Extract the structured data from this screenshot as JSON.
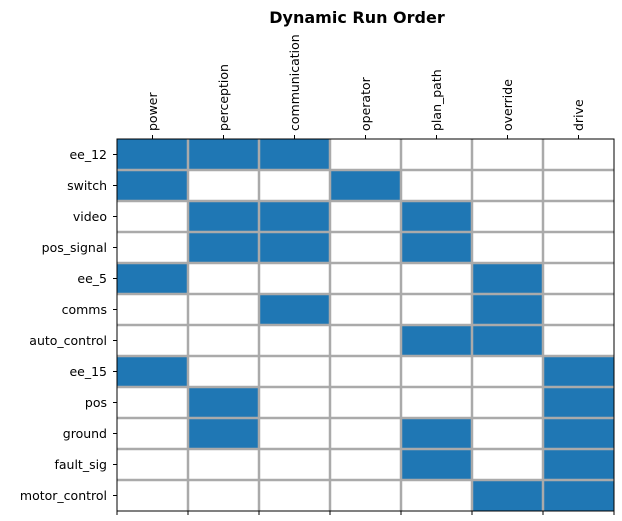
{
  "chart_data": {
    "type": "heatmap",
    "title": "Dynamic Run Order",
    "columns": [
      "power",
      "perception",
      "communication",
      "operator",
      "plan_path",
      "override",
      "drive"
    ],
    "rows": [
      "ee_12",
      "switch",
      "video",
      "pos_signal",
      "ee_5",
      "comms",
      "auto_control",
      "ee_15",
      "pos",
      "ground",
      "fault_sig",
      "motor_control"
    ],
    "matrix": [
      [
        1,
        1,
        1,
        0,
        0,
        0,
        0
      ],
      [
        1,
        0,
        0,
        1,
        0,
        0,
        0
      ],
      [
        0,
        1,
        1,
        0,
        1,
        0,
        0
      ],
      [
        0,
        1,
        1,
        0,
        1,
        0,
        0
      ],
      [
        1,
        0,
        0,
        0,
        0,
        1,
        0
      ],
      [
        0,
        0,
        1,
        0,
        0,
        1,
        0
      ],
      [
        0,
        0,
        0,
        0,
        1,
        1,
        0
      ],
      [
        1,
        0,
        0,
        0,
        0,
        0,
        1
      ],
      [
        0,
        1,
        0,
        0,
        0,
        0,
        1
      ],
      [
        0,
        1,
        0,
        0,
        1,
        0,
        1
      ],
      [
        0,
        0,
        0,
        0,
        1,
        0,
        1
      ],
      [
        0,
        0,
        0,
        0,
        0,
        1,
        1
      ]
    ],
    "colors": {
      "filled": "#1f77b4",
      "empty": "#ffffff",
      "grid": "#aaaaaa",
      "axis": "#000000"
    },
    "column_labels_position": "top",
    "grid": true
  }
}
